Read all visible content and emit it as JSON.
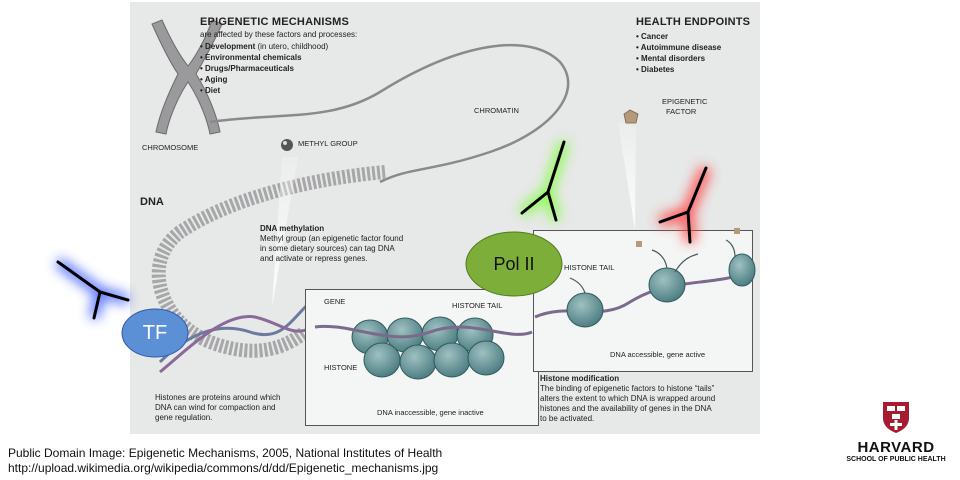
{
  "figure": {
    "mechanisms": {
      "title": "EPIGENETIC MECHANISMS",
      "subtitle_line1": "are affected by these factors and processes:",
      "items": [
        {
          "bold": "Development",
          "rest": " (in utero, childhood)"
        },
        {
          "bold": "Environmental chemicals",
          "rest": ""
        },
        {
          "bold": "Drugs/Pharmaceuticals",
          "rest": ""
        },
        {
          "bold": "Aging",
          "rest": ""
        },
        {
          "bold": "Diet",
          "rest": ""
        }
      ]
    },
    "endpoints": {
      "title": "HEALTH ENDPOINTS",
      "items": [
        "Cancer",
        "Autoimmune disease",
        "Mental disorders",
        "Diabetes"
      ]
    },
    "labels": {
      "chromosome": "CHROMOSOME",
      "chromatin": "CHROMATIN",
      "methyl_group": "METHYL GROUP",
      "epigenetic_factor_1": "EPIGENETIC",
      "epigenetic_factor_2": "FACTOR",
      "dna": "DNA",
      "gene": "GENE",
      "histone_tail_left": "HISTONE TAIL",
      "histone_tail_right": "HISTONE TAIL",
      "histone": "HISTONE"
    },
    "dna_methylation": {
      "title": "DNA methylation",
      "line1": "Methyl group (an epigenetic factor found",
      "line2": "in some dietary sources) can tag DNA",
      "line3": "and activate or repress genes."
    },
    "histones_note": {
      "line1": "Histones are proteins around which",
      "line2": "DNA can wind for compaction and",
      "line3": "gene regulation."
    },
    "inactive_caption": "DNA inaccessible, gene inactive",
    "active_caption": "DNA accessible, gene active",
    "histone_modification": {
      "title": "Histone modification",
      "line1": "The binding of epigenetic factors to histone “tails”",
      "line2": "alters the extent to which DNA is wrapped around",
      "line3": "histones and the availability of genes in the DNA",
      "line4": "to be activated."
    }
  },
  "overlays": {
    "tf_label": "TF",
    "pol_label": "Pol II",
    "tf_color": "#5b8fd6",
    "pol_color": "#7dae3a",
    "glow_blue": "#3a5cff",
    "glow_green": "#7cff3a",
    "glow_red": "#ff4a4a"
  },
  "caption": {
    "line1": "Public Domain Image: Epigenetic Mechanisms, 2005, National Institutes of Health",
    "line2": "http://upload.wikimedia.org/wikipedia/commons/d/dd/Epigenetic_mechanisms.jpg"
  },
  "logo": {
    "name": "HARVARD",
    "school": "SCHOOL OF PUBLIC HEALTH"
  }
}
